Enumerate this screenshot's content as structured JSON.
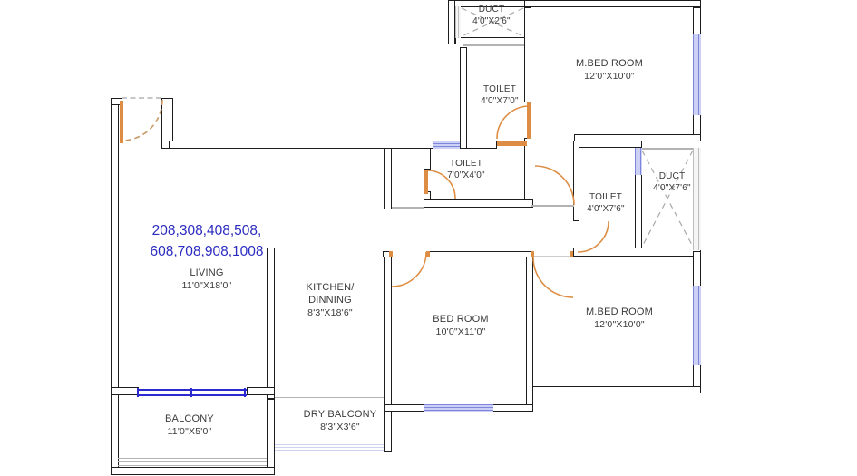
{
  "plan": {
    "unit_numbers": [
      "208,308,408,508,",
      "608,708,908,1008"
    ],
    "rooms": [
      {
        "id": "duct-top",
        "name": "DUCT",
        "dims": "4'0\"X2'6\""
      },
      {
        "id": "toilet-top",
        "name": "TOILET",
        "dims": "4'0\"X7'0\""
      },
      {
        "id": "mbed-top",
        "name": "M.BED ROOM",
        "dims": "12'0\"X10'0\""
      },
      {
        "id": "toilet-mid",
        "name": "TOILET",
        "dims": "7'0\"X4'0\""
      },
      {
        "id": "toilet-right",
        "name": "TOILET",
        "dims": "4'0\"X7'6\""
      },
      {
        "id": "duct-right",
        "name": "DUCT",
        "dims": "4'0\"X7'6\""
      },
      {
        "id": "living",
        "name": "LIVING",
        "dims": "11'0\"X18'0\""
      },
      {
        "id": "kitchen",
        "name": "KITCHEN/",
        "name2": "DINNING",
        "dims": "8'3\"X18'6\""
      },
      {
        "id": "bedroom",
        "name": "BED ROOM",
        "dims": "10'0\"X11'0\""
      },
      {
        "id": "mbed-bottom",
        "name": "M.BED ROOM",
        "dims": "12'0\"X10'0\""
      },
      {
        "id": "balcony",
        "name": "BALCONY",
        "dims": "11'0\"X5'0\""
      },
      {
        "id": "dry-balcony",
        "name": "DRY BALCONY",
        "dims": "8'3\"X3'6\""
      }
    ],
    "colors": {
      "wall": "#1d1d1d",
      "door_swing": "#dd8e44",
      "window_fill": "#ccd0f5",
      "window_line": "#7e86dc",
      "slider_blue": "#2a2ad0",
      "unit_text": "#2b2bc0",
      "label_text": "#3a3a3a",
      "duct_dash": "#a8a8a8"
    }
  }
}
